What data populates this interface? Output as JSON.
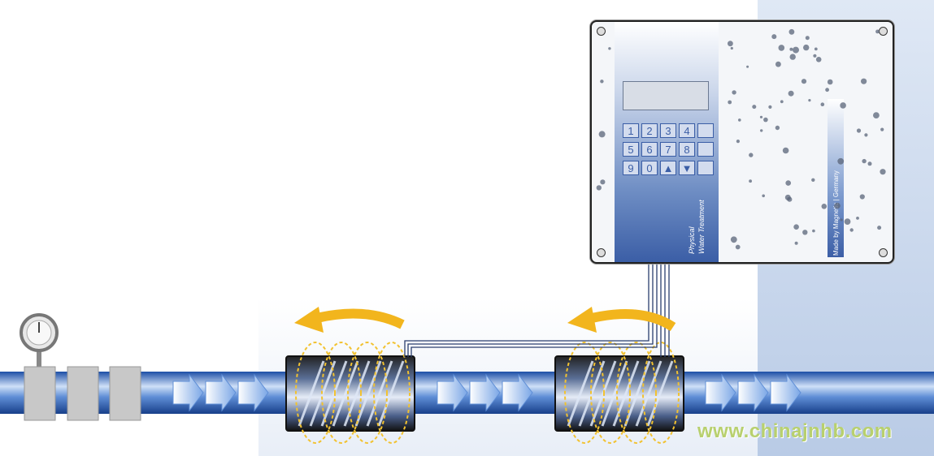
{
  "device": {
    "label_line1": "Physical",
    "label_line2": "Water Treatment",
    "maker": "Made by Magnetic | Germany",
    "keypad": [
      "1",
      "2",
      "3",
      "4",
      "",
      "5",
      "6",
      "7",
      "8",
      "",
      "9",
      "0",
      "▲",
      "▼",
      ""
    ]
  },
  "watermark": "www.chinajnhb.com",
  "colors": {
    "pipe": "#3b6fc2",
    "arrow": "#f2b51d",
    "coil": "#f2c230",
    "panel": "#3b5ea6"
  }
}
